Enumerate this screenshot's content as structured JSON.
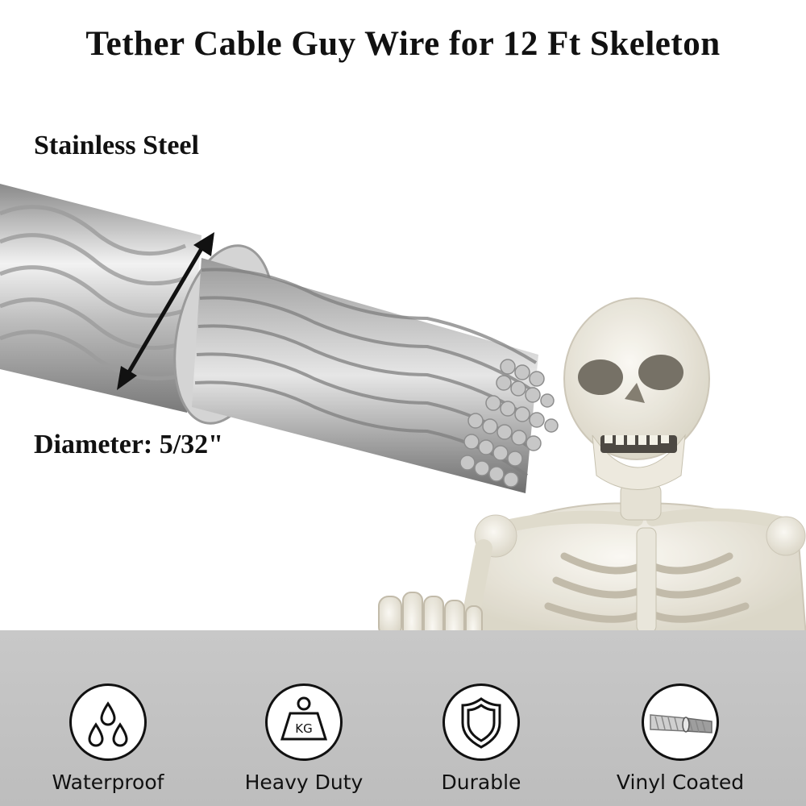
{
  "header": {
    "title": "Tether Cable Guy Wire for 12 Ft Skeleton"
  },
  "product": {
    "material_label": "Stainless Steel",
    "diameter_label": "Diameter: 5/32\""
  },
  "features": [
    {
      "label": "Waterproof",
      "icon": "water-drops-icon"
    },
    {
      "label": "Heavy Duty",
      "icon": "kg-weight-icon"
    },
    {
      "label": "Durable",
      "icon": "shield-icon"
    },
    {
      "label": "Vinyl Coated",
      "icon": "coated-cable-icon"
    }
  ],
  "icon_text": {
    "weight_unit": "KG"
  },
  "colors": {
    "band": "#c4c4c4",
    "text": "#111111",
    "cable": "#b8b8b8"
  }
}
